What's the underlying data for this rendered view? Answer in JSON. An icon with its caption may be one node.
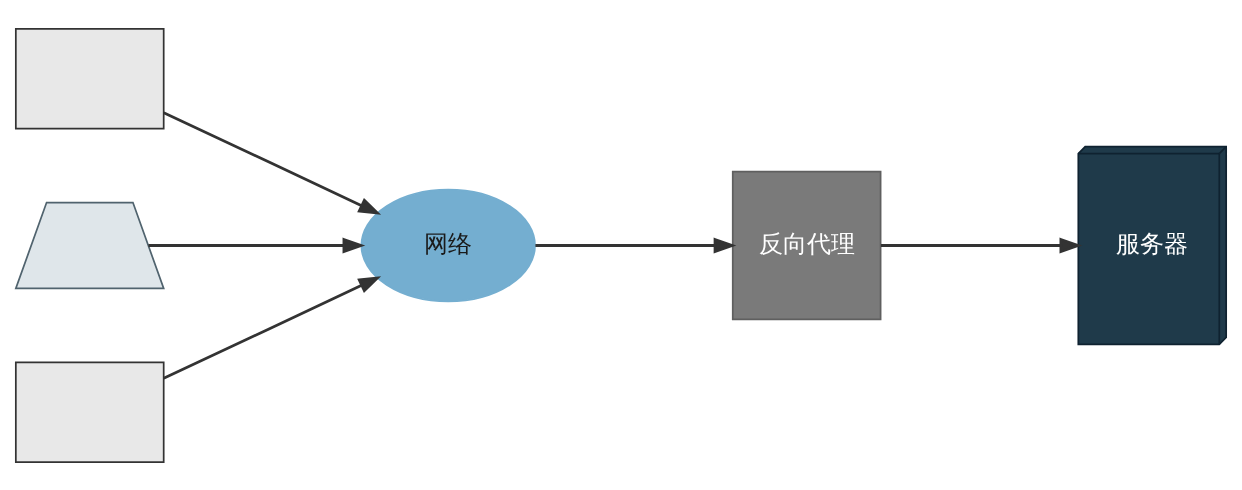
{
  "diagram": {
    "nodes": [
      {
        "text": [],
        "shape": "computer"
      },
      {
        "text": [],
        "shape": "laptop"
      },
      {
        "text": [],
        "shape": "computer"
      },
      {
        "text": [
          "网络"
        ]
      },
      {
        "text": [
          "反向代理"
        ]
      },
      {
        "text": [
          "服务器"
        ]
      }
    ],
    "edges": [
      {
        "from": 0,
        "to": 3,
        "arrow": "to"
      },
      {
        "from": 1,
        "to": 3,
        "arrow": "to"
      },
      {
        "from": 2,
        "to": 3,
        "arrow": "to"
      },
      {
        "from": 3,
        "to": 4,
        "arrow": "to"
      },
      {
        "from": 4,
        "to": 5,
        "arrow": "to"
      }
    ]
  }
}
